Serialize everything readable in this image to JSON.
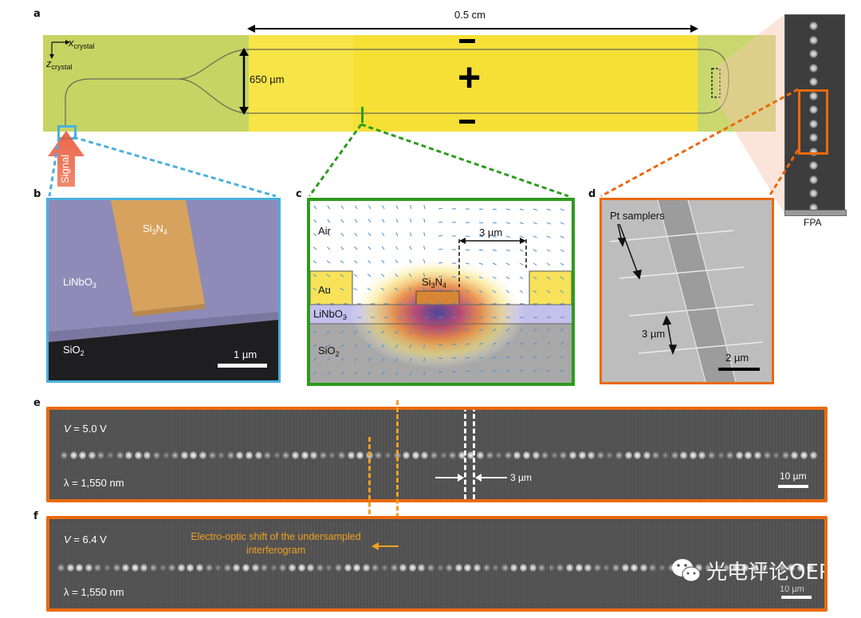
{
  "panel_labels": {
    "a": "a",
    "b": "b",
    "c": "c",
    "d": "d",
    "e": "e",
    "f": "f"
  },
  "panel_a": {
    "axis_x": "x",
    "axis_x_sub": "crystal",
    "axis_z": "z",
    "axis_z_sub": "crystal",
    "length_label": "0.5 cm",
    "separation_label": "650 µm",
    "plus_sign": "+",
    "minus_sign_top": "−",
    "minus_sign_bottom": "−",
    "signal_label": "Signal",
    "fpa_label": "FPA"
  },
  "panel_b": {
    "waveguide_label": "Si",
    "waveguide_sub1": "3",
    "waveguide_mid": "N",
    "waveguide_sub2": "4",
    "layer1_label": "LiNbO",
    "layer1_sub": "3",
    "substrate_label": "SiO",
    "substrate_sub": "2",
    "scale_bar": "1 µm"
  },
  "panel_c": {
    "air_label": "Air",
    "electrode_label": "Au",
    "waveguide_label": "Si",
    "waveguide_sub1": "3",
    "waveguide_mid": "N",
    "waveguide_sub2": "4",
    "layer1_label": "LiNbO",
    "layer1_sub": "3",
    "substrate_label": "SiO",
    "substrate_sub": "2",
    "gap_label": "3 µm"
  },
  "panel_d": {
    "sampler_label": "Pt samplers",
    "pitch_label": "3 µm",
    "scale_bar": "2 µm"
  },
  "panel_e": {
    "voltage_prefix": "V",
    "voltage_value": " = 5.0 V",
    "wavelength": "λ = 1,550 nm",
    "pitch_label": "3 µm",
    "scale_bar": "10 µm"
  },
  "panel_f": {
    "voltage_prefix": "V",
    "voltage_value": " = 6.4 V",
    "wavelength": "λ = 1,550 nm",
    "annotation_line1": "Electro-optic shift of the undersampled",
    "annotation_line2": "interferogram",
    "scale_bar": "10 µm"
  },
  "watermark": {
    "text": "光电评论OER"
  },
  "colors": {
    "electrode_yellow": "#f6e036",
    "chip_green": "#c6d463",
    "panel_b_border": "#4ab0dc",
    "panel_c_border": "#2e9a1e",
    "panel_d_border": "#ea6a0e",
    "strip_border": "#ea6a0e",
    "annotation_orange": "#f0a020",
    "signal_red": "#e8553a"
  }
}
